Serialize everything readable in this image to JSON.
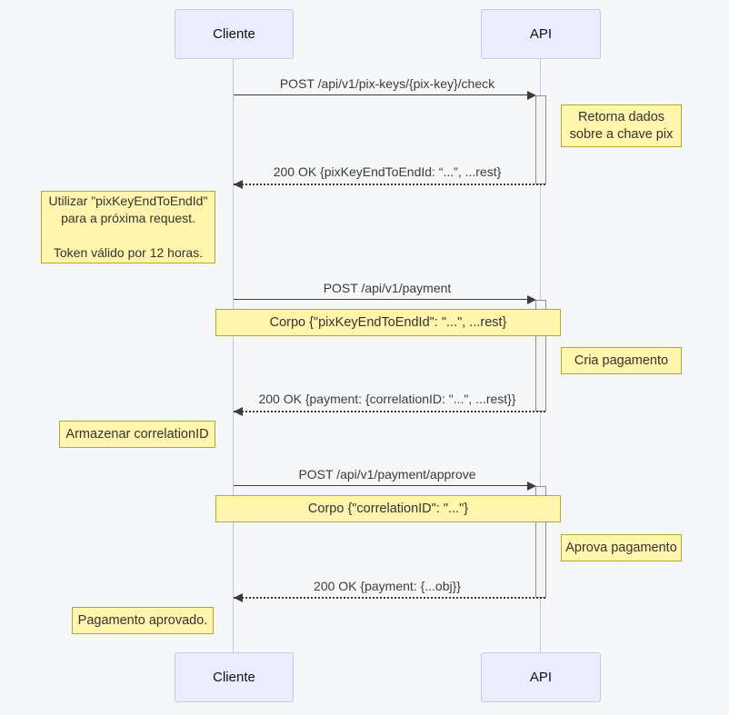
{
  "diagram_type": "sequence-diagram",
  "colors": {
    "background": "#f6f7f9",
    "participant_fill": "#ececff",
    "participant_border": "#c8c8e0",
    "lifeline": "#cbc4e8",
    "note_fill": "#fff5ad",
    "note_border": "#aaaa33",
    "activation_fill": "#f4f4f4",
    "activation_border": "#8f8f8f",
    "arrow": "#3b3b3b"
  },
  "participants": {
    "left": {
      "label": "Cliente"
    },
    "right": {
      "label": "API"
    }
  },
  "messages": [
    {
      "label": "POST /api/v1/pix-keys/{pix-key}/check",
      "type": "solid",
      "from": "Cliente",
      "to": "API"
    },
    {
      "label": "200 OK {pixKeyEndToEndId: “...”, ...rest}",
      "type": "dashed",
      "from": "API",
      "to": "Cliente"
    },
    {
      "label": "POST /api/v1/payment",
      "type": "solid",
      "from": "Cliente",
      "to": "API"
    },
    {
      "label": "200 OK {payment: {correlationID: \"...\", ...rest}}",
      "type": "dashed",
      "from": "API",
      "to": "Cliente"
    },
    {
      "label": "POST /api/v1/payment/approve",
      "type": "solid",
      "from": "Cliente",
      "to": "API"
    },
    {
      "label": "200 OK {payment: {...obj}}",
      "type": "dashed",
      "from": "API",
      "to": "Cliente"
    }
  ],
  "notes": [
    {
      "label": "Retorna dados\nsobre a chave pix",
      "position": "right of API"
    },
    {
      "label": "Utilizar \"pixKeyEndToEndId\"\npara a próxima request.\n\nToken válido por 12 horas.",
      "position": "left of Cliente"
    },
    {
      "label": "Corpo {\"pixKeyEndToEndId\": \"...\", ...rest}",
      "position": "over Cliente,API"
    },
    {
      "label": "Cria pagamento",
      "position": "right of API"
    },
    {
      "label": "Armazenar correlationID",
      "position": "left of Cliente"
    },
    {
      "label": "Corpo {\"correlationID\": \"...\"}",
      "position": "over Cliente,API"
    },
    {
      "label": "Aprova pagamento",
      "position": "right of API"
    },
    {
      "label": "Pagamento aprovado.",
      "position": "left of Cliente"
    }
  ]
}
